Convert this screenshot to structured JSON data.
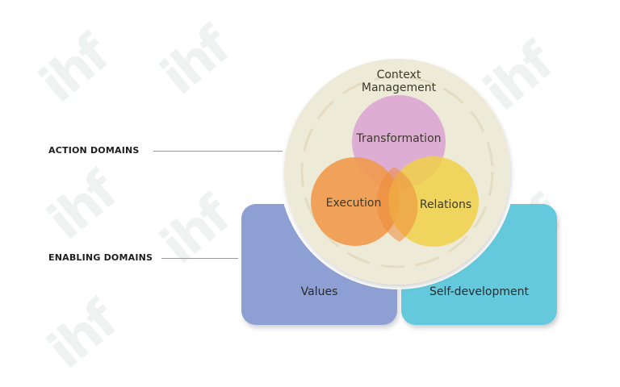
{
  "labels": {
    "action_domains": "ACTION DOMAINS",
    "enabling_domains": "ENABLING DOMAINS"
  },
  "outer_circle": {
    "line1": "Context",
    "line2": "Management"
  },
  "inner_circles": {
    "transformation": "Transformation",
    "execution": "Execution",
    "relations": "Relations"
  },
  "boxes": {
    "values": "Values",
    "self_development": "Self-development"
  },
  "watermark_text": "ihf",
  "colors": {
    "outer_circle": "#eeead8",
    "transformation": "#dca7d4",
    "execution": "#f19a4c",
    "relations": "#efd04c",
    "values_box": "#8e9fd3",
    "self_development_box": "#64c9dc"
  }
}
